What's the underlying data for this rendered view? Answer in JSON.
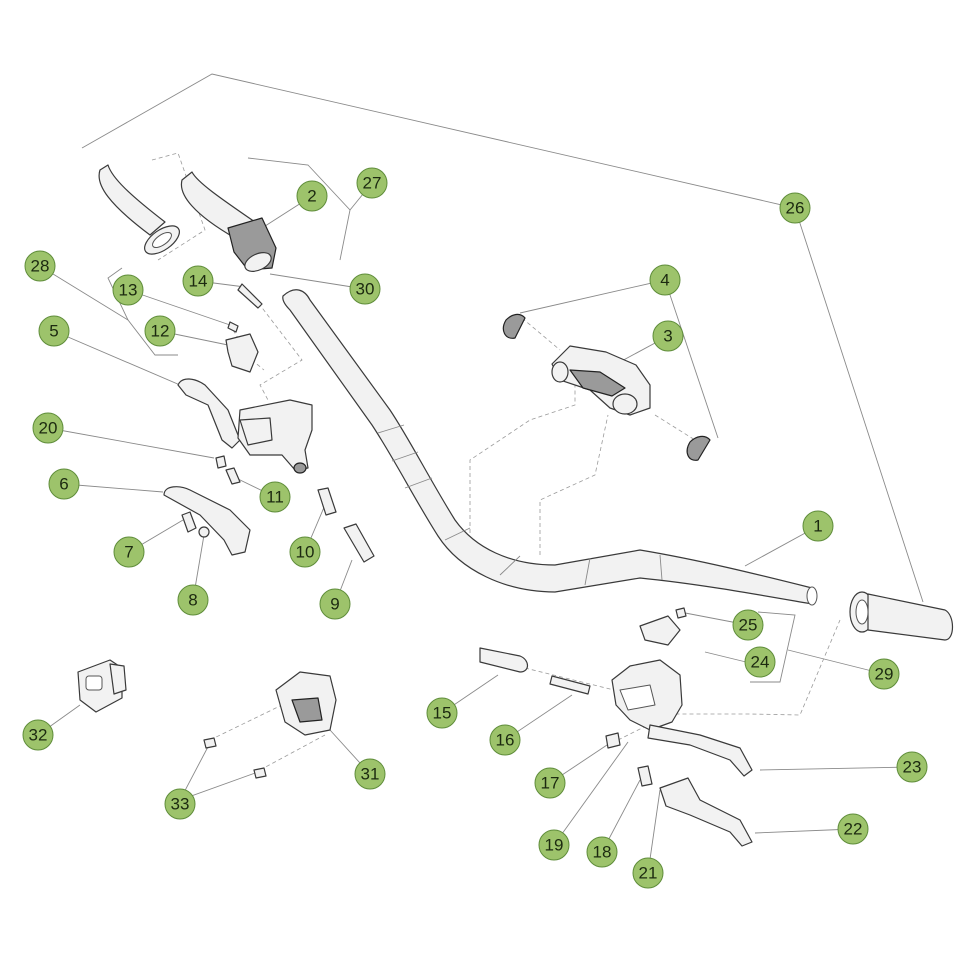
{
  "theme": {
    "callout_fill": "#9dc36b",
    "callout_text": "#1c2a10",
    "line_color": "#8a8a8a",
    "part_outline": "#3a3a3a"
  },
  "callouts": [
    "1",
    "2",
    "3",
    "4",
    "5",
    "6",
    "7",
    "8",
    "9",
    "10",
    "11",
    "12",
    "13",
    "14",
    "15",
    "16",
    "17",
    "18",
    "19",
    "20",
    "21",
    "22",
    "23",
    "24",
    "25",
    "26",
    "27",
    "28",
    "29",
    "30",
    "31",
    "32",
    "33"
  ]
}
